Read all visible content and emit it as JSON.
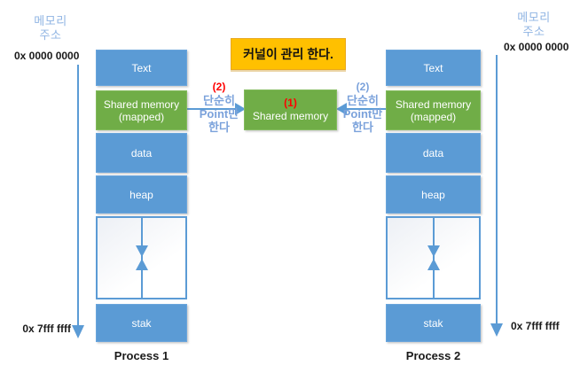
{
  "kernel_note": "커널이 관리 한다.",
  "left_address": {
    "title_line1": "메모리",
    "title_line2": "주소",
    "top_value": "0x 0000 0000",
    "bottom_value": "0x 7fff ffff"
  },
  "right_address": {
    "title_line1": "메모리",
    "title_line2": "주소",
    "top_value": "0x 0000 0000",
    "bottom_value": "0x 7fff ffff"
  },
  "center_block": {
    "step": "(1)",
    "label": "Shared memory"
  },
  "left_annotation": {
    "step": "(2)",
    "line1": "단순히",
    "line2": "Point만",
    "line3": "한다"
  },
  "right_annotation": {
    "step": "(2)",
    "line1": "단순히",
    "line2": "Point만",
    "line3": "한다"
  },
  "process1": {
    "title": "Process 1",
    "blocks": {
      "text": "Text",
      "shared": "Shared memory (mapped)",
      "data": "data",
      "heap": "heap",
      "stak": "stak"
    }
  },
  "process2": {
    "title": "Process 2",
    "blocks": {
      "text": "Text",
      "shared": "Shared memory (mapped)",
      "data": "data",
      "heap": "heap",
      "stak": "stak"
    }
  },
  "colors": {
    "block_blue": "#5B9BD5",
    "block_green": "#70AD47",
    "kernel_yellow": "#FFC000",
    "address_label_blue": "#8FB4E3",
    "annotation_blue": "#7BA2DB",
    "step_red": "#FF0000",
    "arrow_blue": "#5B9BD5"
  }
}
